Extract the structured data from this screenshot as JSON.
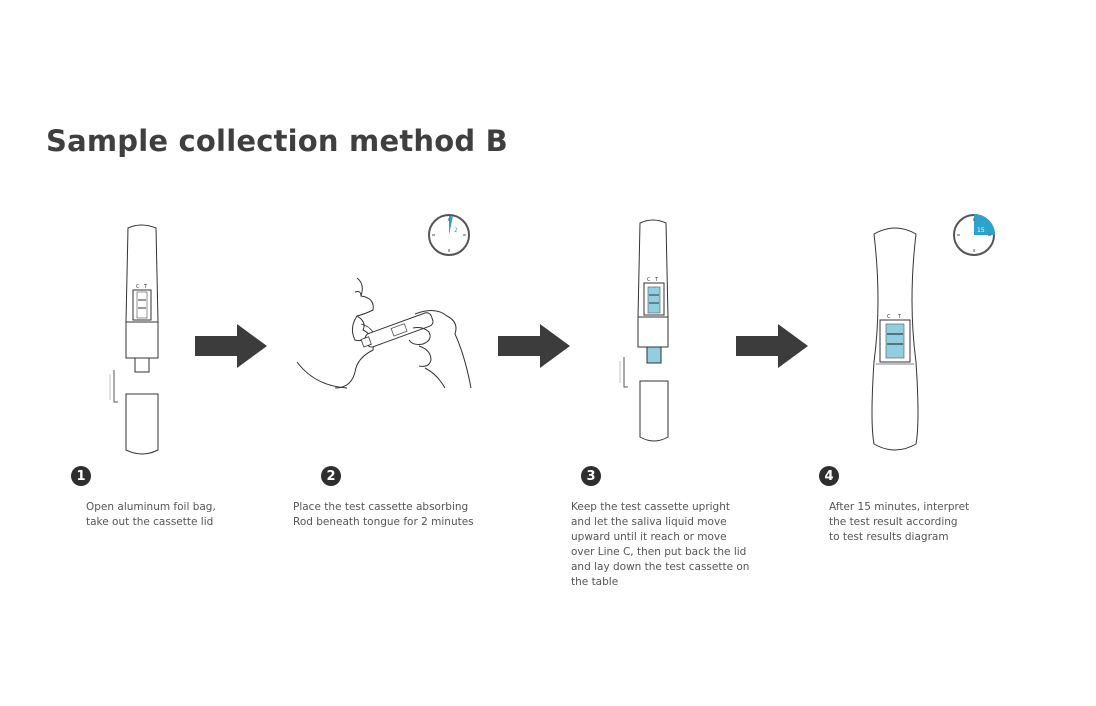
{
  "title": "Sample collection method B",
  "colors": {
    "accent": "#2ba3cf",
    "arrow": "#3c3c3c",
    "text": "#555555",
    "title": "#3f3f3f"
  },
  "steps": [
    {
      "number": "1",
      "lines": [
        "Open aluminum foil bag,",
        "take out the cassette lid"
      ]
    },
    {
      "number": "2",
      "lines": [
        "Place the test cassette absorbing",
        "Rod beneath tongue for 2 minutes"
      ]
    },
    {
      "number": "3",
      "lines": [
        "Keep the test cassette upright",
        "and let the saliva liquid move",
        "upward until it reach or move",
        "over Line C, then put back the lid",
        "and lay down the test cassette on",
        "the table"
      ]
    },
    {
      "number": "4",
      "lines": [
        "After 15 minutes, interpret",
        "the test result according",
        "to test results diagram"
      ]
    }
  ],
  "timers": [
    {
      "label": "2 minute timer",
      "fraction": 0.033,
      "text": "2"
    },
    {
      "label": "15 minute timer",
      "fraction": 0.25,
      "text": "15"
    }
  ],
  "cassette_marks": {
    "c": "C",
    "t": "T"
  }
}
